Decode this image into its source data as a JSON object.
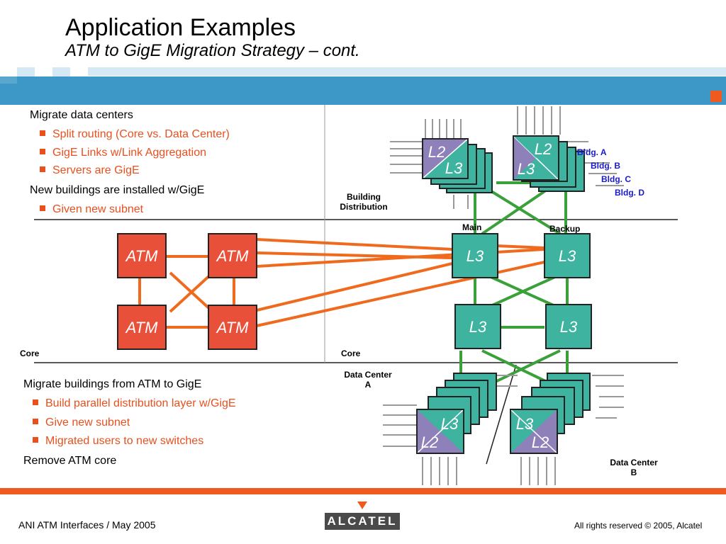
{
  "header": {
    "title": "Application Examples",
    "subtitle": "ATM to GigE Migration Strategy – cont."
  },
  "colors": {
    "band_blue": "#3d98c7",
    "accent_orange": "#f15a1f",
    "link_orange": "#f06a1e",
    "link_green": "#3aa13a",
    "switch_teal": "#3eb3a0",
    "switch_purple": "#8e80b8",
    "atm_red": "#e8503a",
    "bullet_orange": "#e8501e",
    "building_blue": "#1a1acd"
  },
  "top_section": {
    "heading1": "Migrate data centers",
    "bullets1": [
      "Split routing (Core vs. Data Center)",
      "GigE Links w/Link Aggregation",
      "Servers are GigE"
    ],
    "heading2": "New buildings are installed w/GigE",
    "bullets2": [
      "Given new subnet"
    ]
  },
  "bottom_section": {
    "heading1": "Migrate buildings from ATM to GigE",
    "bullets1": [
      "Build parallel distribution layer w/GigE",
      "Give new subnet",
      "Migrated users to new switches"
    ],
    "heading2": "Remove ATM core"
  },
  "diagram": {
    "building_distribution_label": "Building\nDistribution",
    "main_label": "Main",
    "backup_label": "Backup",
    "buildings": [
      "Bldg. A",
      "Bldg. B",
      "Bldg. C",
      "Bldg. D"
    ],
    "core_left_label": "Core",
    "core_right_label": "Core",
    "data_center_a_label": "Data Center\nA",
    "data_center_b_label": "Data Center\nB",
    "atm_label": "ATM",
    "l3_label": "L3",
    "l2_label": "L2"
  },
  "footer": {
    "left": "ANI ATM Interfaces  / May 2005",
    "logo": "ALCATEL",
    "right": "All rights reserved © 2005, Alcatel"
  }
}
